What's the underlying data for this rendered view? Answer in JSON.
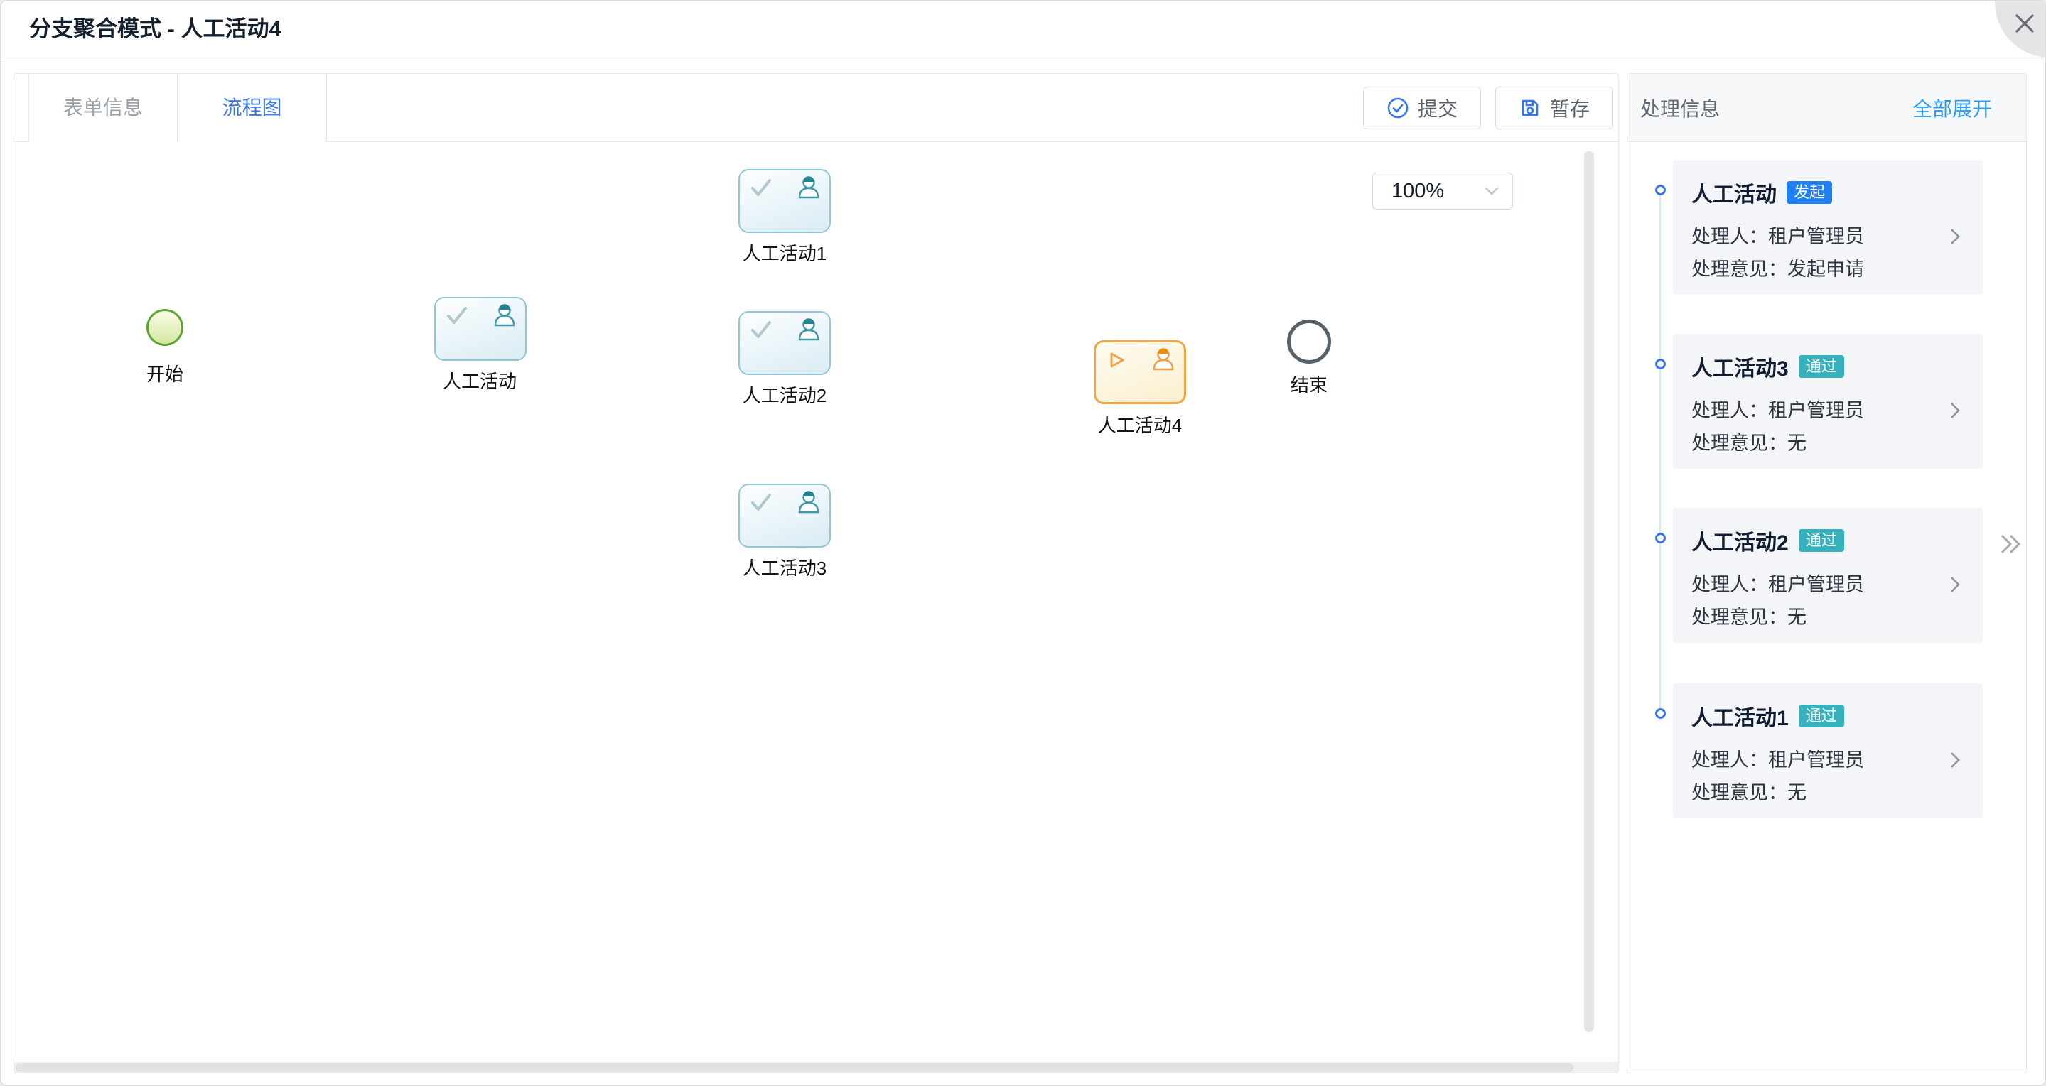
{
  "dialog": {
    "title": "分支聚合模式 - 人工活动4"
  },
  "tabs": {
    "form": {
      "label": "表单信息",
      "active": false
    },
    "flow": {
      "label": "流程图",
      "active": true
    }
  },
  "toolbar": {
    "submit_label": "提交",
    "draft_label": "暂存"
  },
  "canvas": {
    "zoom_value": "100%"
  },
  "flow": {
    "nodes": {
      "start": {
        "label": "开始"
      },
      "act": {
        "label": "人工活动"
      },
      "act1": {
        "label": "人工活动1"
      },
      "act2": {
        "label": "人工活动2"
      },
      "act3": {
        "label": "人工活动3"
      },
      "act4": {
        "label": "人工活动4"
      },
      "end": {
        "label": "结束"
      }
    }
  },
  "panel": {
    "title": "处理信息",
    "expand_all": "全部展开",
    "cards": [
      {
        "name": "人工活动",
        "badge": "发起",
        "handler_label": "处理人：",
        "handler_value": "租户管理员",
        "opinion_label": "处理意见：",
        "opinion_value": "发起申请"
      },
      {
        "name": "人工活动3",
        "badge": "通过",
        "handler_label": "处理人：",
        "handler_value": "租户管理员",
        "opinion_label": "处理意见：",
        "opinion_value": "无"
      },
      {
        "name": "人工活动2",
        "badge": "通过",
        "handler_label": "处理人：",
        "handler_value": "租户管理员",
        "opinion_label": "处理意见：",
        "opinion_value": "无"
      },
      {
        "name": "人工活动1",
        "badge": "通过",
        "handler_label": "处理人：",
        "handler_value": "租户管理员",
        "opinion_label": "处理意见：",
        "opinion_value": "无"
      }
    ]
  },
  "colors": {
    "accent_blue": "#2180f3",
    "badge_pass_teal": "#36b1be",
    "link_blue": "#2a9af9",
    "active_tab_blue": "#3a77e0",
    "edge_green": "#2f9b2a",
    "edge_gray": "#b9bbbd",
    "node_blue_border": "#92c6d6",
    "node_orange_border": "#f0a646",
    "start_green_border": "#5fa233"
  }
}
